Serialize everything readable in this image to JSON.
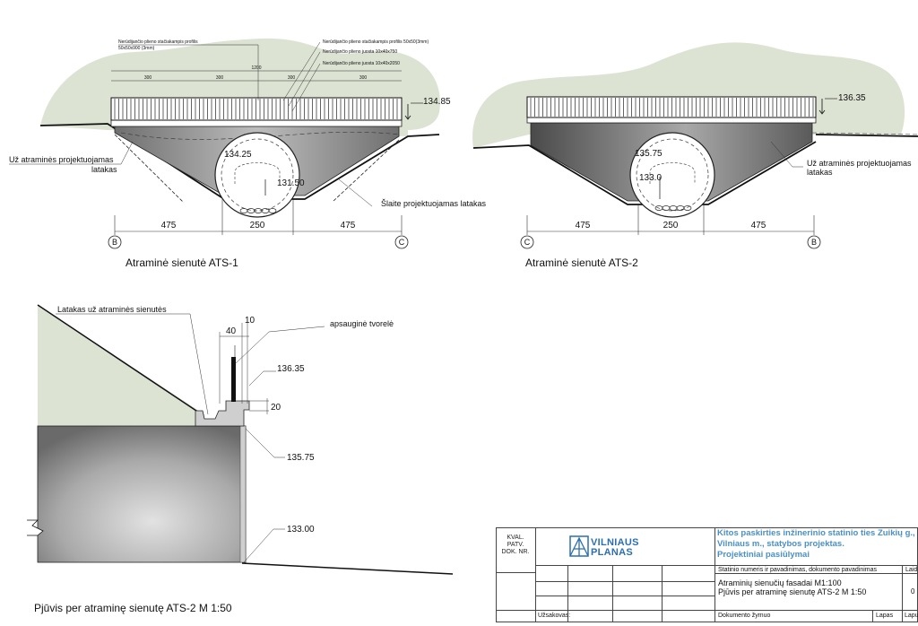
{
  "ats1": {
    "label_rail_profile": "Nerūdijančio plieno stačiakampis profilis",
    "label_rail_profile_size": "50x50x900 (3mm)",
    "label_top_profile": "Nerūdijančio plieno stačiakampis profilis 50x50(3mm)",
    "label_strip_750": "Nerūdijančio plieno juosta 10x40x750",
    "label_strip_2050": "Nerūdijančio plieno juosta 10x40x2050",
    "dim_total": "1200",
    "dim_a": "300",
    "dim_b": "300",
    "dim_c": "300",
    "dim_d": "300",
    "elev_top": "134.85",
    "elev_mid": "134.25",
    "elev_bot": "131.50",
    "label_left_gutter": "Už atraminės projektuojamas",
    "label_left_gutter2": "latakas",
    "label_slope_gutter": "Šlaite projektuojamas latakas",
    "dim_left": "475",
    "dim_center": "250",
    "dim_right": "475",
    "axis_left": "B",
    "axis_right": "C",
    "caption": "Atraminė sienutė ATS-1"
  },
  "ats2": {
    "elev_top": "136.35",
    "elev_mid": "135.75",
    "elev_bot": "133.0",
    "label_right_gutter": "Už atraminės projektuojamas",
    "label_right_gutter2": "latakas",
    "dim_left": "475",
    "dim_center": "250",
    "dim_right": "475",
    "axis_left": "C",
    "axis_right": "B",
    "caption": "Atraminė sienutė ATS-2"
  },
  "section": {
    "label_gutter": "Latakas už atraminės sienutės",
    "label_fence": "apsauginė tvorelė",
    "dim_40": "40",
    "dim_10": "10",
    "dim_20": "20",
    "elev_top": "136.35",
    "elev_mid": "135.75",
    "elev_bot": "133.00",
    "caption": "Pjūvis per atraminę sienutę ATS-2 M 1:50"
  },
  "titleblock": {
    "kval1": "KVAL.",
    "kval2": "PATV.",
    "kval3": "DOK. NR.",
    "logo1": "VILNIAUS",
    "logo2": "PLANAS",
    "project1": "Kitos paskirties inžinerinio statinio ties Zuikių g.,",
    "project2": "Vilniaus m., statybos projektas.",
    "project3": "Projektiniai pasiūlymai",
    "header_name": "Statinio numeris ir pavadinimas, dokumento pavadinimas",
    "header_laida": "Laid",
    "doc1": "Atraminių sienučių fasadai M1:100",
    "doc2": "Pjūvis per atraminę sienutę ATS-2 M 1:50",
    "laida_val": "0",
    "uzsakovas": "Užsakovas:",
    "doc_mark": "Dokumento žymuo",
    "lapas": "Lapas",
    "lapu": "Lapu"
  },
  "colors": {
    "ground": "#dde3d3",
    "wall": "#9b9b9b",
    "blue": "#2b6fb0"
  }
}
